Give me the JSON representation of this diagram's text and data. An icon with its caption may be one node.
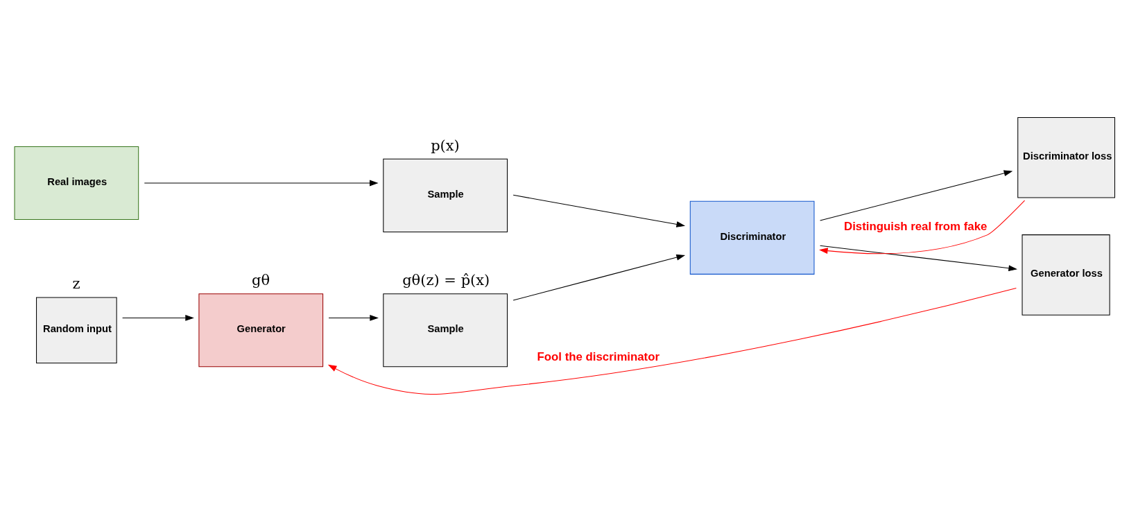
{
  "diagram": {
    "nodes": [
      {
        "text": [
          "Real images"
        ]
      },
      {
        "text": [
          "Sample"
        ],
        "beside": [
          "p(x)"
        ]
      },
      {
        "text": [
          "Random input"
        ],
        "beside": [
          "z"
        ]
      },
      {
        "text": [
          "Generator"
        ],
        "beside": [
          "gθ"
        ]
      },
      {
        "text": [
          "Sample"
        ],
        "beside": [
          "gθ(z) = p̂(x)"
        ]
      },
      {
        "text": [
          "Discriminator"
        ]
      },
      {
        "text": [
          "Discriminator loss"
        ]
      },
      {
        "text": [
          "Generator loss"
        ]
      }
    ],
    "edges": [
      {
        "from": 0,
        "to": 1,
        "arrow": "to"
      },
      {
        "from": 2,
        "to": 3,
        "arrow": "to"
      },
      {
        "from": 3,
        "to": 4,
        "arrow": "to"
      },
      {
        "from": 1,
        "to": 5,
        "arrow": "to"
      },
      {
        "from": 4,
        "to": 5,
        "arrow": "to"
      },
      {
        "from": 5,
        "to": 6,
        "arrow": "to"
      },
      {
        "from": 5,
        "to": 7,
        "arrow": "to"
      },
      {
        "from": 6,
        "to": 5,
        "arrow": "to",
        "label": "Distinguish real from fake",
        "color": "#ff0000"
      },
      {
        "from": 7,
        "to": 3,
        "arrow": "to",
        "label": "Fool the discriminator",
        "color": "#ff0000"
      }
    ]
  }
}
